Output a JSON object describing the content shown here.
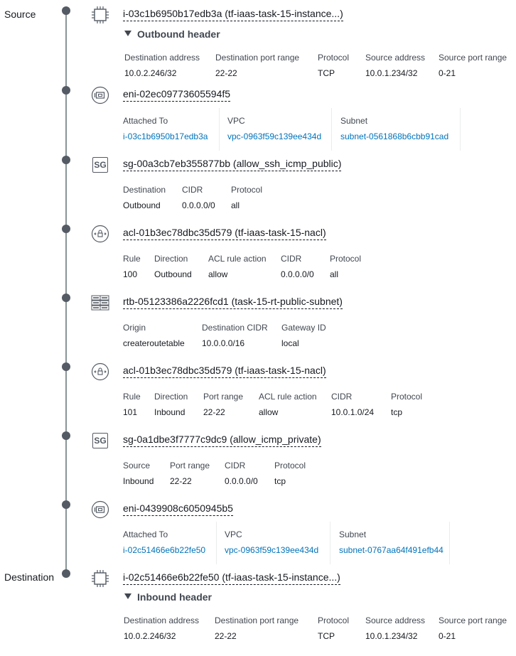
{
  "labels": {
    "source": "Source",
    "destination": "Destination"
  },
  "rows": {
    "instance_src": {
      "title": "i-03c1b6950b17edb3a (tf-iaas-task-15-instance...)",
      "header_label": "Outbound header",
      "cols": [
        {
          "h": "Destination address",
          "v": "10.0.2.246/32"
        },
        {
          "h": "Destination port range",
          "v": "22-22"
        },
        {
          "h": "Protocol",
          "v": "TCP"
        },
        {
          "h": "Source address",
          "v": "10.0.1.234/32"
        },
        {
          "h": "Source port range",
          "v": "0-21"
        }
      ]
    },
    "eni1": {
      "title": "eni-02ec09773605594f5",
      "cols": [
        {
          "h": "Attached To",
          "v": "i-03c1b6950b17edb3a"
        },
        {
          "h": "VPC",
          "v": "vpc-0963f59c139ee434d"
        },
        {
          "h": "Subnet",
          "v": "subnet-0561868b6cbb91cad"
        }
      ]
    },
    "sg1": {
      "title": "sg-00a3cb7eb355877bb (allow_ssh_icmp_public)",
      "cols": [
        {
          "h": "Destination",
          "v": "Outbound"
        },
        {
          "h": "CIDR",
          "v": "0.0.0.0/0"
        },
        {
          "h": "Protocol",
          "v": "all"
        }
      ]
    },
    "acl1": {
      "title": "acl-01b3ec78dbc35d579 (tf-iaas-task-15-nacl)",
      "cols": [
        {
          "h": "Rule",
          "v": "100"
        },
        {
          "h": "Direction",
          "v": "Outbound"
        },
        {
          "h": "ACL rule action",
          "v": "allow"
        },
        {
          "h": "CIDR",
          "v": "0.0.0.0/0"
        },
        {
          "h": "Protocol",
          "v": "all"
        }
      ]
    },
    "rtb": {
      "title": "rtb-05123386a2226fcd1 (task-15-rt-public-subnet)",
      "cols": [
        {
          "h": "Origin",
          "v": "createroutetable"
        },
        {
          "h": "Destination CIDR",
          "v": "10.0.0.0/16"
        },
        {
          "h": "Gateway ID",
          "v": "local"
        }
      ]
    },
    "acl2": {
      "title": "acl-01b3ec78dbc35d579 (tf-iaas-task-15-nacl)",
      "cols": [
        {
          "h": "Rule",
          "v": "101"
        },
        {
          "h": "Direction",
          "v": "Inbound"
        },
        {
          "h": "Port range",
          "v": "22-22"
        },
        {
          "h": "ACL rule action",
          "v": "allow"
        },
        {
          "h": "CIDR",
          "v": "10.0.1.0/24"
        },
        {
          "h": "Protocol",
          "v": "tcp"
        }
      ]
    },
    "sg2": {
      "title": "sg-0a1dbe3f7777c9dc9 (allow_icmp_private)",
      "cols": [
        {
          "h": "Source",
          "v": "Inbound"
        },
        {
          "h": "Port range",
          "v": "22-22"
        },
        {
          "h": "CIDR",
          "v": "0.0.0.0/0"
        },
        {
          "h": "Protocol",
          "v": "tcp"
        }
      ]
    },
    "eni2": {
      "title": "eni-0439908c6050945b5",
      "cols": [
        {
          "h": "Attached To",
          "v": "i-02c51466e6b22fe50"
        },
        {
          "h": "VPC",
          "v": "vpc-0963f59c139ee434d"
        },
        {
          "h": "Subnet",
          "v": "subnet-0767aa64f491efb44"
        }
      ]
    },
    "instance_dst": {
      "title": "i-02c51466e6b22fe50 (tf-iaas-task-15-instance...)",
      "header_label": "Inbound header",
      "cols": [
        {
          "h": "Destination address",
          "v": "10.0.2.246/32"
        },
        {
          "h": "Destination port range",
          "v": "22-22"
        },
        {
          "h": "Protocol",
          "v": "TCP"
        },
        {
          "h": "Source address",
          "v": "10.0.1.234/32"
        },
        {
          "h": "Source port range",
          "v": "0-21"
        }
      ]
    }
  },
  "icons": {
    "instance": "ec2-instance-chip-icon",
    "eni": "network-interface-icon",
    "sg": "security-group-icon",
    "acl": "network-acl-icon",
    "rtb": "route-table-icon"
  },
  "colors": {
    "link": "#0073bb",
    "timeline": "#879596",
    "dot": "#545b64"
  }
}
